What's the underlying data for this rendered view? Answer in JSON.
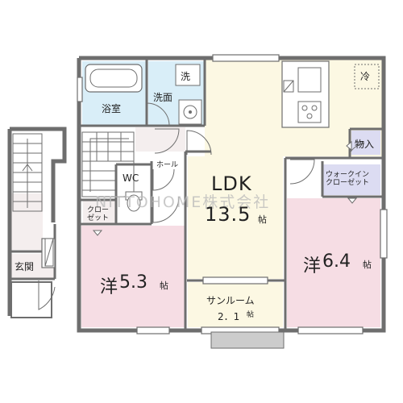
{
  "rooms": {
    "bathroom": "浴室",
    "washroom": "洗面",
    "washer": "洗",
    "ldk_name": "LDK",
    "ldk_size": "13.5",
    "ldk_unit": "帖",
    "fridge": "冷",
    "storage": "物入",
    "walkin_closet_l1": "ウォークイン",
    "walkin_closet_l2": "クローゼット",
    "hall": "ホール",
    "toilet": "WC",
    "closet_l1": "クロー",
    "closet_l2": "ゼット",
    "western_left_name": "洋",
    "western_left_size": "5.3",
    "western_left_unit": "帖",
    "western_right_name": "洋",
    "western_right_size": "6.4",
    "western_right_unit": "帖",
    "sunroom_name": "サンルーム",
    "sunroom_size": "2．1",
    "sunroom_unit": "帖",
    "entrance": "玄関"
  },
  "watermark": "NITTOHOME株式会社",
  "colors": {
    "wall": "#6e6e6e",
    "pink_room": "#f6dde4",
    "ldk_floor": "#fcf8e3",
    "bath_floor": "#d9eef8",
    "storage_floor": "#dcdcf2",
    "corridor": "#f4eeee",
    "balcony": "#cccccc"
  }
}
